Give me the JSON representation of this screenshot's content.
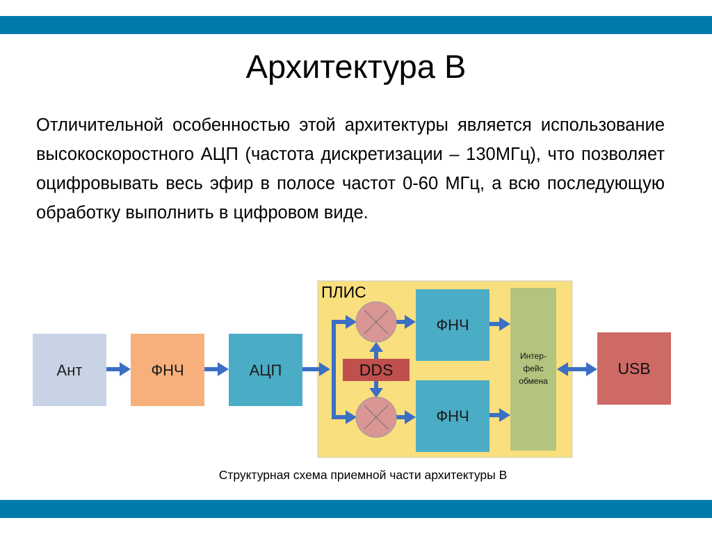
{
  "slide": {
    "title": "Архитектура B",
    "paragraph": "Отличительной особенностью этой архитектуры является использование высокоскоростного АЦП (частота дискретизации – 130МГц), что позволяет оцифровывать весь эфир в полосе частот 0-60 МГц, а всю последующую обработку выполнить в цифровом виде.",
    "caption": "Структурная схема приемной части архитектуры B"
  },
  "colors": {
    "accent_bar": "#0079AB",
    "arrow": "#3A6FC4",
    "ant_block": "#C8D4E6",
    "lpf_block": "#F7B07C",
    "adc_block": "#4BACC6",
    "fpga_region": "#FADF7E",
    "mixer": "#D99695",
    "dds_block": "#C0504D",
    "interface_block": "#B3C47E",
    "usb_block": "#CD6A66"
  },
  "diagram": {
    "fpga_label": "ПЛИС",
    "ant": "Ант",
    "lpf_in": "ФНЧ",
    "adc": "АЦП",
    "dds": "DDS",
    "lpf_top": "ФНЧ",
    "lpf_bottom": "ФНЧ",
    "interface_line1": "Интер-",
    "interface_line2": "фейс",
    "interface_line3": "обмена",
    "usb": "USB"
  }
}
